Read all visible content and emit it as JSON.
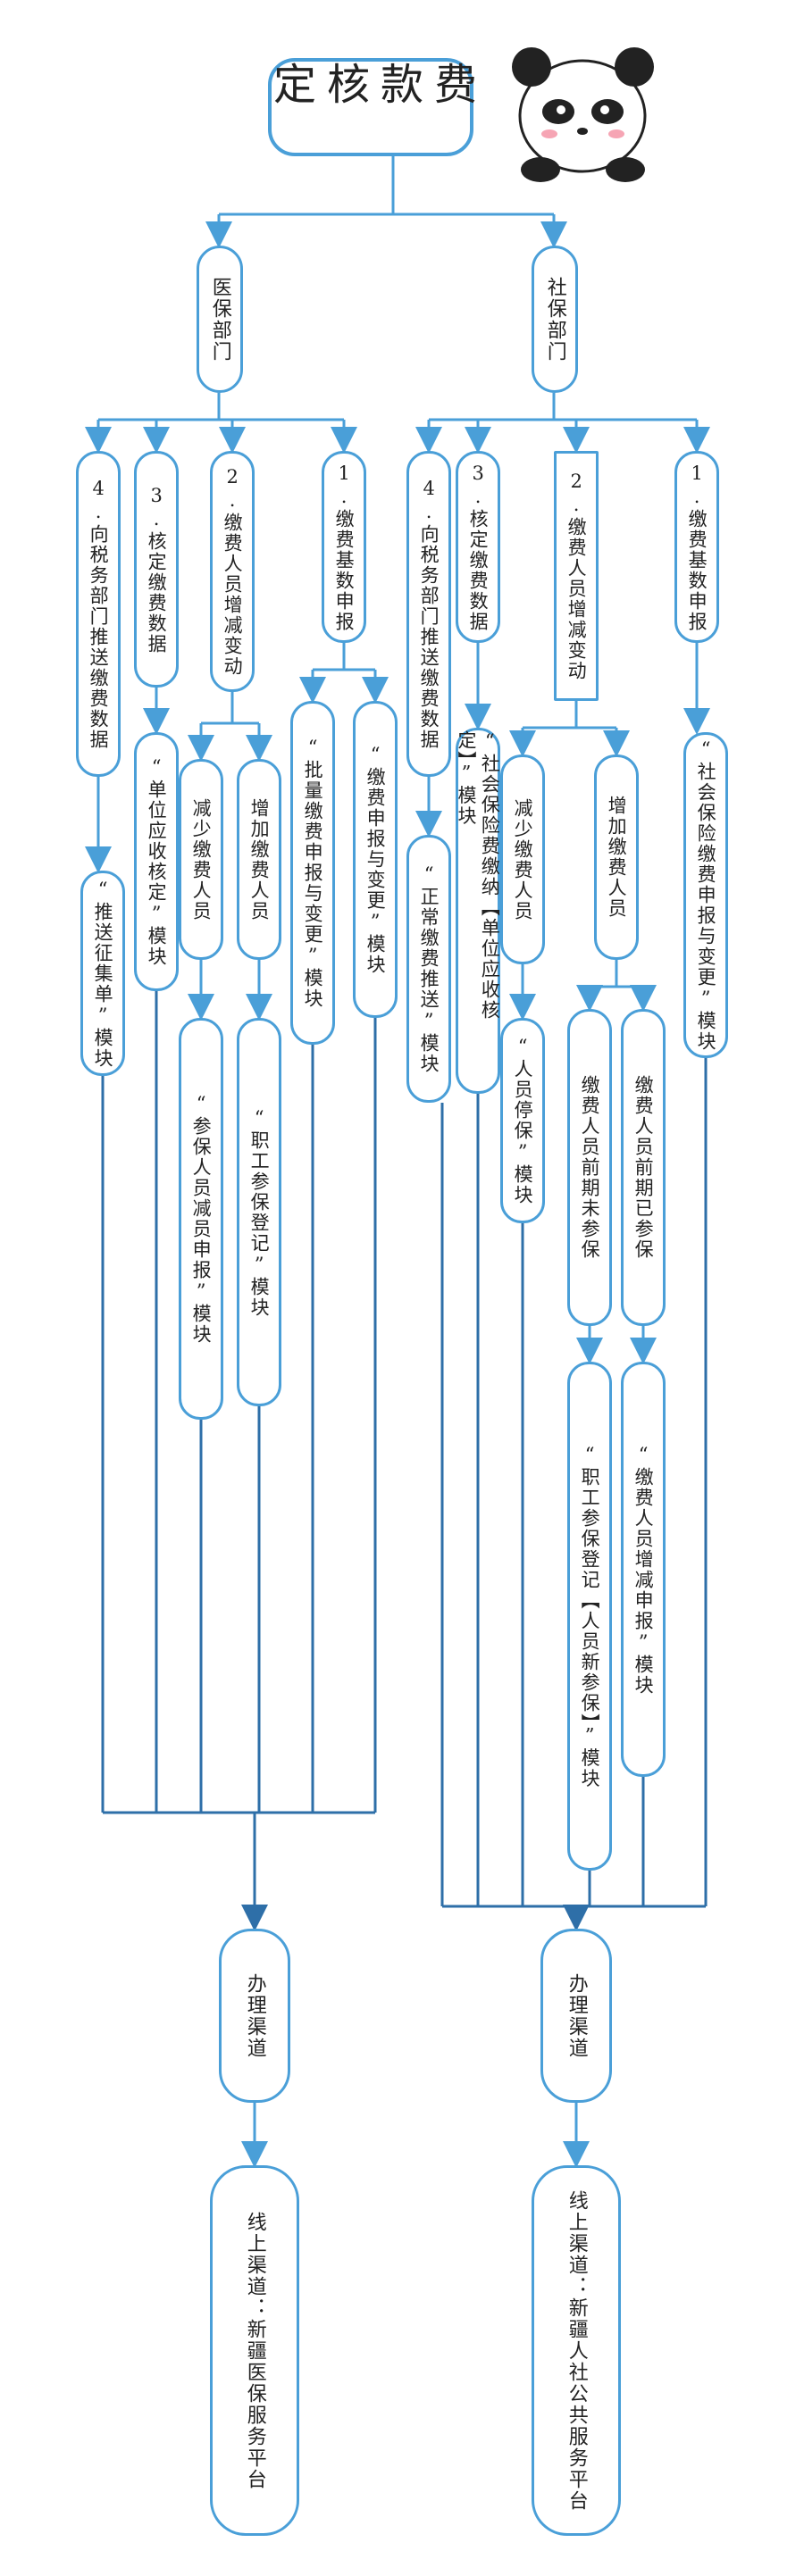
{
  "title": "费款核定",
  "branches": {
    "social": {
      "dept": "社保部门",
      "items": [
        "1.缴费基数申报",
        "2.缴费人员增减变动",
        "3.核定缴费数据",
        "4.向税务部门推送缴费数据"
      ],
      "sub": {
        "base_module": "“社会保险缴费申报与变更”模块",
        "add": "增加缴费人员",
        "reduce": "减少缴费人员",
        "add_prev": "缴费人员前期已参保",
        "add_new": "缴费人员前期未参保",
        "add_prev_module": "“缴费人员增减申报”模块",
        "add_new_module": "“职工参保登记【人员新参保】”模块",
        "reduce_module": "“人员停保”模块",
        "verify_module": "“社会保险费缴纳【单位应收核定】”模块",
        "push_module": "“正常缴费推送”模块"
      },
      "channel": "办理渠道",
      "online_label": "线上渠道：",
      "online_platform": "新疆人社公共服务平台"
    },
    "medical": {
      "dept": "医保部门",
      "items": [
        "1.缴费基数申报",
        "2.缴费人员增减变动",
        "3.核定缴费数据",
        "4.向税务部门推送缴费数据"
      ],
      "sub": {
        "base_module_1": "“缴费申报与变更”模块",
        "base_module_2": "“批量缴费申报与变更”模块",
        "add": "增加缴费人员",
        "reduce": "减少缴费人员",
        "add_module": "“职工参保登记”模块",
        "reduce_module": "“参保人员减员申报”模块",
        "verify_module": "“单位应收核定”模块",
        "push_module": "“推送征集单”模块"
      },
      "channel": "办理渠道",
      "online_label": "线上渠道：",
      "online_platform": "新疆医保服务平台"
    }
  },
  "colors": {
    "line": "#4a9fd8",
    "merge_line": "#2e6fa8"
  }
}
